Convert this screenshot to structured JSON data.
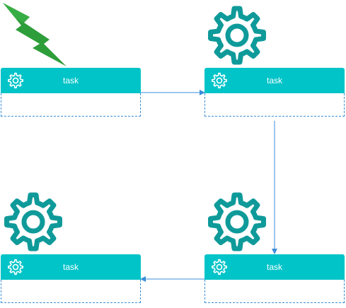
{
  "diagram": {
    "tasks": [
      {
        "label": "task"
      },
      {
        "label": "task"
      },
      {
        "label": "task"
      },
      {
        "label": "task"
      }
    ]
  },
  "colors": {
    "task_header": "#00c4c8",
    "gear_stroke": "#0f9a9a",
    "connector": "#3a8fd8",
    "bolt": "#2e9e3a"
  }
}
